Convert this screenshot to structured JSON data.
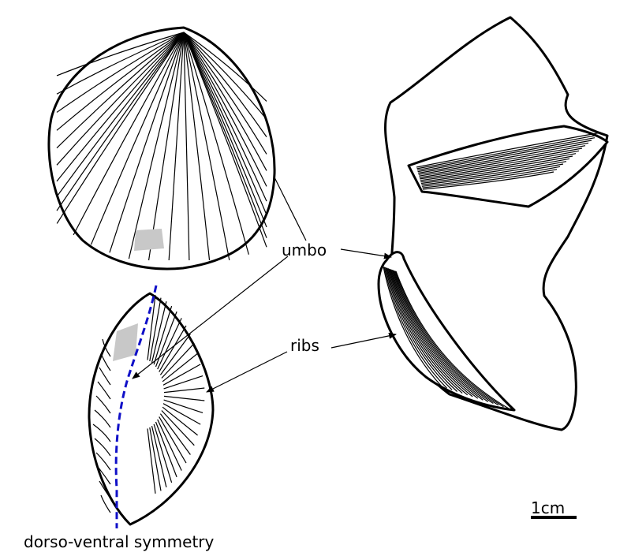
{
  "labels": {
    "umbo": "umbo",
    "ribs": "ribs",
    "symmetry": "dorso-ventral symmetry",
    "scale": "1cm"
  },
  "colors": {
    "symmetry_axis": "#1010c8",
    "attachment_scar": "#c8c8c8",
    "line": "#000000"
  }
}
